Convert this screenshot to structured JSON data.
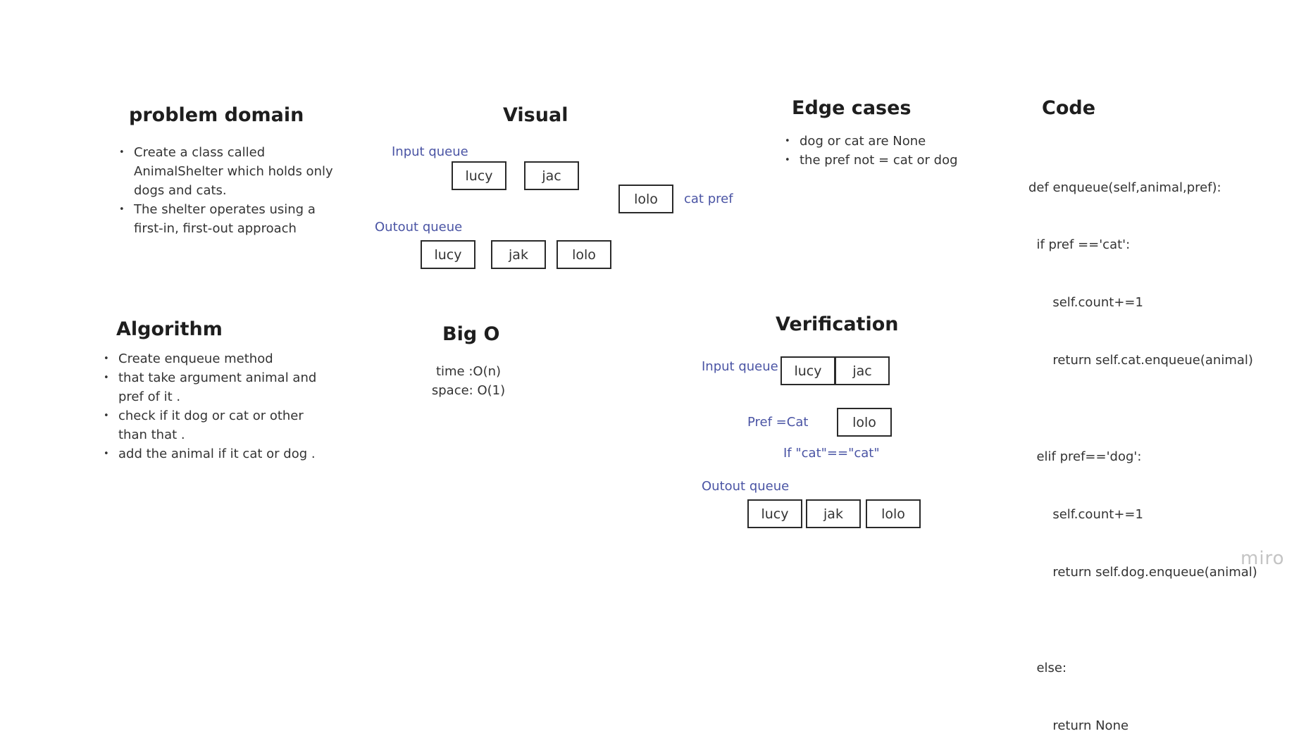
{
  "problem_domain": {
    "title": "problem domain",
    "bullets": [
      "Create a class called AnimalShelter which holds only dogs and cats.",
      "The shelter operates using a first-in, first-out approach"
    ]
  },
  "visual": {
    "title": "Visual",
    "input_label": "Input queue",
    "input_items": [
      "lucy",
      "jac"
    ],
    "pref_item": "lolo",
    "pref_label": "cat pref",
    "output_label": "Outout queue",
    "output_items": [
      "lucy",
      "jak",
      "lolo"
    ]
  },
  "edge_cases": {
    "title": "Edge cases",
    "bullets": [
      "dog or cat are None",
      "the pref not = cat or dog"
    ]
  },
  "code": {
    "title": "Code",
    "lines": [
      "def enqueue(self,animal,pref):",
      "  if pref =='cat':",
      "      self.count+=1",
      "      return self.cat.enqueue(animal)",
      "",
      "  elif pref=='dog':",
      "      self.count+=1",
      "      return self.dog.enqueue(animal)",
      "",
      "  else:",
      "      return None"
    ]
  },
  "algorithm": {
    "title": "Algorithm",
    "bullets": [
      "Create enqueue method",
      "that take argument animal and pref of it .",
      "check if it dog or cat or other than that .",
      "add the animal if it cat or dog ."
    ]
  },
  "big_o": {
    "title": "Big O",
    "time": "time :O(n)",
    "space": "space: O(1)"
  },
  "verification": {
    "title": "Verification",
    "input_label": "Input queue",
    "input_items": [
      "lucy",
      "jac"
    ],
    "pref_label": "Pref =Cat",
    "pref_item": "lolo",
    "condition": "If \"cat\"==\"cat\"",
    "output_label": "Outout queue",
    "output_items": [
      "lucy",
      "jak",
      "lolo"
    ]
  },
  "brand": "miro"
}
